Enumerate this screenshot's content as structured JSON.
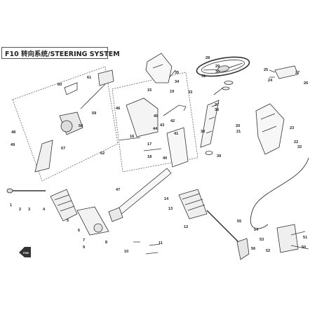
{
  "title": "F10 转向系统/STEERING SYSTEM",
  "fwd_mark": "FWD",
  "callouts": [
    {
      "id": "c1",
      "text": "1"
    },
    {
      "id": "c2",
      "text": "2"
    },
    {
      "id": "c3",
      "text": "3"
    },
    {
      "id": "c4",
      "text": "4"
    },
    {
      "id": "c5",
      "text": "5"
    },
    {
      "id": "c6",
      "text": "6"
    },
    {
      "id": "c7",
      "text": "7"
    },
    {
      "id": "c8",
      "text": "8"
    },
    {
      "id": "c9",
      "text": "9"
    },
    {
      "id": "c10",
      "text": "10"
    },
    {
      "id": "c11",
      "text": "11"
    },
    {
      "id": "c12",
      "text": "12"
    },
    {
      "id": "c13",
      "text": "13"
    },
    {
      "id": "c14",
      "text": "14"
    },
    {
      "id": "c15",
      "text": "15"
    },
    {
      "id": "c16",
      "text": "16"
    },
    {
      "id": "c17",
      "text": "17"
    },
    {
      "id": "c18",
      "text": "18"
    },
    {
      "id": "c19",
      "text": "19"
    },
    {
      "id": "c20",
      "text": "20"
    },
    {
      "id": "c21",
      "text": "21"
    },
    {
      "id": "c22",
      "text": "22"
    },
    {
      "id": "c23",
      "text": "23"
    },
    {
      "id": "c24",
      "text": "24"
    },
    {
      "id": "c25",
      "text": "25"
    },
    {
      "id": "c26",
      "text": "26"
    },
    {
      "id": "c27",
      "text": "27"
    },
    {
      "id": "c28",
      "text": "28"
    },
    {
      "id": "c29",
      "text": "29"
    },
    {
      "id": "c30",
      "text": "30"
    },
    {
      "id": "c31",
      "text": "31"
    },
    {
      "id": "c32",
      "text": "32"
    },
    {
      "id": "c33",
      "text": "33"
    },
    {
      "id": "c34",
      "text": "34"
    },
    {
      "id": "c35",
      "text": "35"
    },
    {
      "id": "c36",
      "text": "36"
    },
    {
      "id": "c37",
      "text": "37"
    },
    {
      "id": "c38",
      "text": "38"
    },
    {
      "id": "c39",
      "text": "39"
    },
    {
      "id": "c40",
      "text": "40"
    },
    {
      "id": "c41",
      "text": "41"
    },
    {
      "id": "c42",
      "text": "42"
    },
    {
      "id": "c43",
      "text": "43"
    },
    {
      "id": "c44",
      "text": "44"
    },
    {
      "id": "c45",
      "text": "45"
    },
    {
      "id": "c46",
      "text": "46"
    },
    {
      "id": "c47",
      "text": "47"
    },
    {
      "id": "c48",
      "text": "48"
    },
    {
      "id": "c49",
      "text": "49"
    },
    {
      "id": "c50",
      "text": "50"
    },
    {
      "id": "c51",
      "text": "51"
    },
    {
      "id": "c52",
      "text": "52"
    },
    {
      "id": "c53",
      "text": "53"
    },
    {
      "id": "c54",
      "text": "54"
    },
    {
      "id": "c55",
      "text": "55"
    },
    {
      "id": "c56",
      "text": "56"
    },
    {
      "id": "c57",
      "text": "57"
    },
    {
      "id": "c58",
      "text": "58"
    },
    {
      "id": "c59",
      "text": "59"
    },
    {
      "id": "c60",
      "text": "60"
    },
    {
      "id": "c61",
      "text": "61"
    },
    {
      "id": "c62",
      "text": "62"
    }
  ]
}
